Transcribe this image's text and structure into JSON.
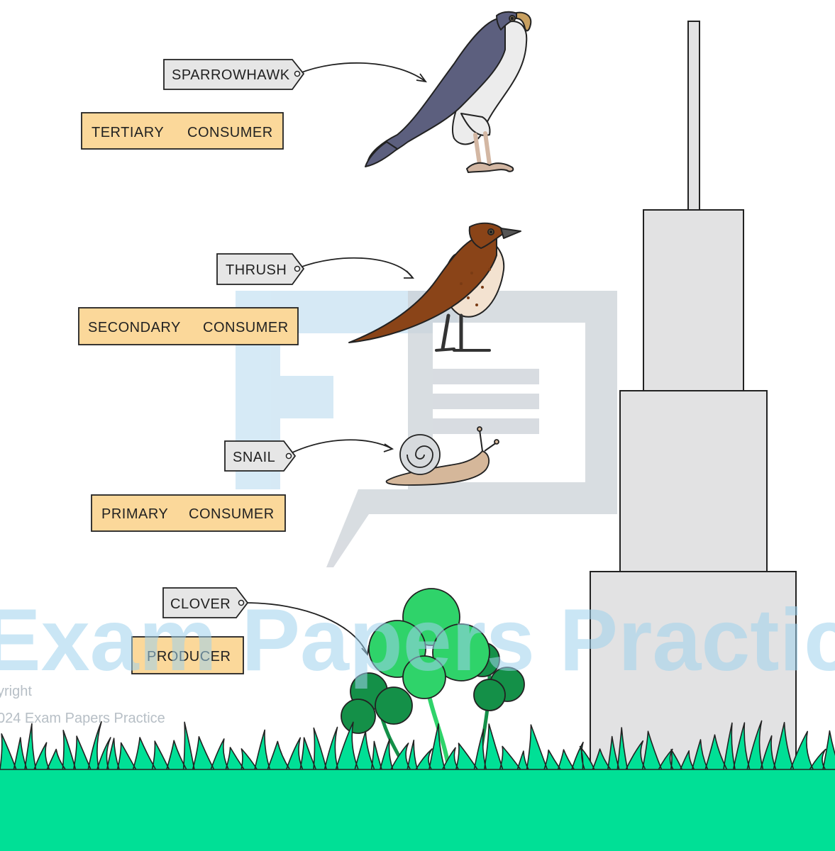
{
  "organisms": [
    {
      "name": "SPARROWHAWK",
      "role_words": [
        "TERTIARY",
        "CONSUMER"
      ]
    },
    {
      "name": "THRUSH",
      "role_words": [
        "SECONDARY",
        "CONSUMER"
      ]
    },
    {
      "name": "SNAIL",
      "role_words": [
        "PRIMARY",
        "CONSUMER"
      ]
    },
    {
      "name": "CLOVER",
      "role_words": [
        "PRODUCER"
      ]
    }
  ],
  "watermark": {
    "brand": "Exam Papers Practice",
    "copyright_line1": "yright",
    "copyright_line2": "024 Exam Papers Practice"
  },
  "colors": {
    "role_box": "#fbd89a",
    "name_tag": "#e6e6e6",
    "pyramid": "#e2e2e3",
    "grass": "#00e096",
    "hawk_body": "#5c5f7e",
    "thrush_body": "#8a4418",
    "clover_light": "#2fd36a",
    "clover_dark": "#149048",
    "watermark_blue": "#cfe6f4",
    "watermark_grey": "#c3c9d0"
  }
}
